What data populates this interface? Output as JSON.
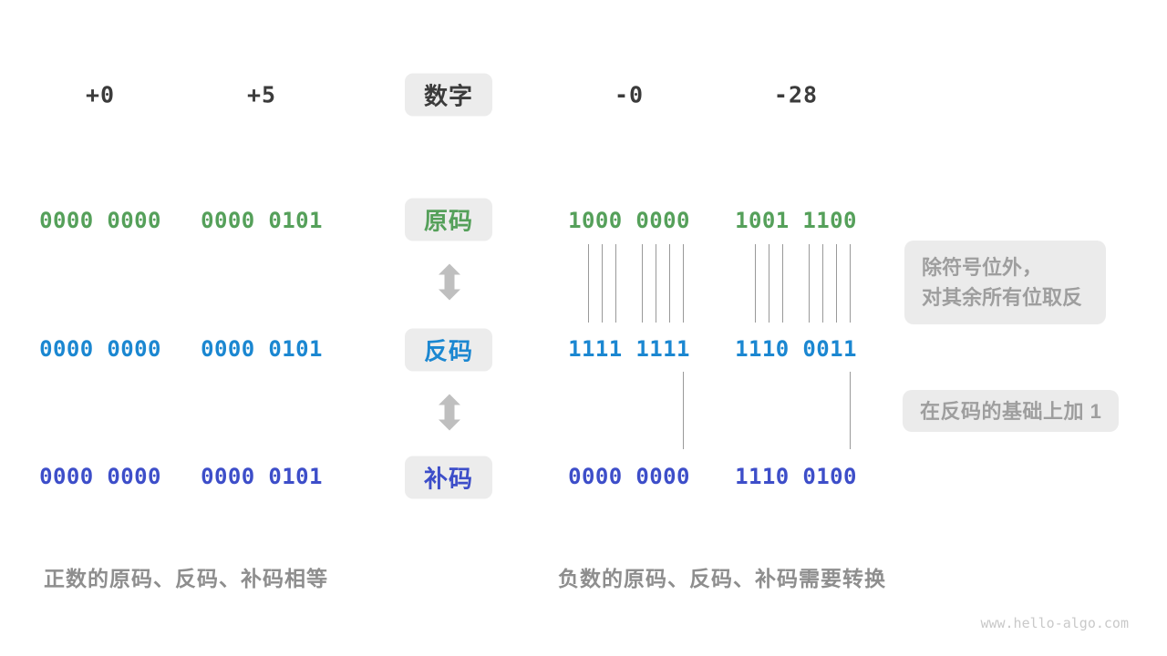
{
  "labels": {
    "number": "数字",
    "sign_magnitude": "原码",
    "ones_complement": "反码",
    "twos_complement": "补码"
  },
  "positive_columns": [
    {
      "header": "+0",
      "sign_magnitude": "0000 0000",
      "ones_complement": "0000 0000",
      "twos_complement": "0000 0000"
    },
    {
      "header": "+5",
      "sign_magnitude": "0000 0101",
      "ones_complement": "0000 0101",
      "twos_complement": "0000 0101"
    }
  ],
  "negative_columns": [
    {
      "header": "-0",
      "sign_magnitude": "1000 0000",
      "ones_complement": "1111 1111",
      "twos_complement": "0000 0000"
    },
    {
      "header": "-28",
      "sign_magnitude": "1001 1100",
      "ones_complement": "1110 0011",
      "twos_complement": "1110 0100"
    }
  ],
  "notes": {
    "flip_line1": "除符号位外，",
    "flip_line2": "对其余所有位取反",
    "add_one": "在反码的基础上加 1"
  },
  "captions": {
    "positive": "正数的原码、反码、补码相等",
    "negative": "负数的原码、反码、补码需要转换"
  },
  "watermark": "www.hello-algo.com",
  "colors": {
    "sign_magnitude": "#55a05a",
    "ones_complement": "#1b87d1",
    "twos_complement": "#3d4ec9",
    "header_text": "#3b3b3b",
    "badge_bg": "#ececec",
    "note_bg": "#ebebeb",
    "note_text": "#9e9e9e",
    "caption_text": "#8e8e8e",
    "arrow": "#bfbfbf",
    "tick_line": "#999999"
  }
}
